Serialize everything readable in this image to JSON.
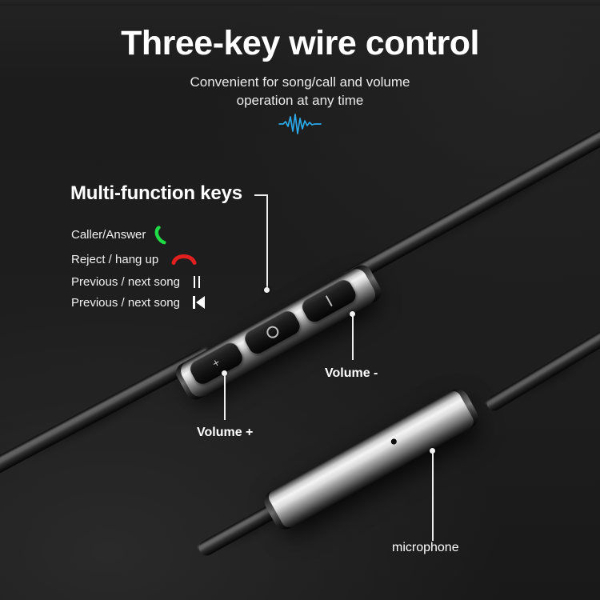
{
  "page": {
    "background_color": "#1d1d1d",
    "title": "Three-key wire control",
    "subtitle_line1": "Convenient for song/call and volume",
    "subtitle_line2": "operation at any time",
    "accent_color": "#2aa8e8",
    "waveform_icon": "audio-waveform-icon"
  },
  "features": {
    "heading": "Multi-function keys",
    "items": [
      {
        "label": "Caller/Answer",
        "icon": "phone-answer-icon",
        "icon_color": "#1fdc46"
      },
      {
        "label": "Reject / hang up",
        "icon": "phone-hangup-icon",
        "icon_color": "#e01f1f"
      },
      {
        "label": "Previous / next song",
        "icon": "pause-icon",
        "icon_color": "#ffffff"
      },
      {
        "label": "Previous / next song",
        "icon": "previous-track-icon",
        "icon_color": "#ffffff"
      }
    ]
  },
  "callouts": [
    {
      "name": "multi-function-keys",
      "label": "Multi-function keys"
    },
    {
      "name": "volume-up",
      "label": "Volume +"
    },
    {
      "name": "volume-down",
      "label": "Volume -"
    },
    {
      "name": "microphone",
      "label": "microphone"
    }
  ],
  "control_module": {
    "name": "three-key-control-module",
    "buttons": [
      {
        "name": "volume-up-button",
        "glyph": "+"
      },
      {
        "name": "multifunction-button",
        "glyph": "O"
      },
      {
        "name": "volume-down-button",
        "glyph": "-"
      }
    ]
  },
  "microphone_module": {
    "name": "microphone-module",
    "pinhole": "microphone-pinhole"
  }
}
